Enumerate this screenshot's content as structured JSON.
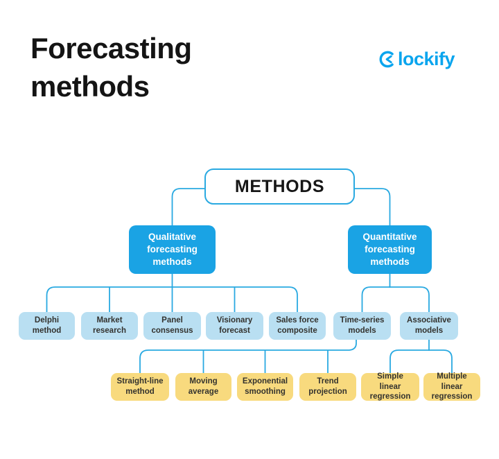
{
  "header": {
    "title_line1": "Forecasting",
    "title_line2": "methods",
    "logo": {
      "brand": "Clockify",
      "icon": "clock-c-icon",
      "text_after_icon": "lockify",
      "color": "#0AA5EE"
    }
  },
  "colors": {
    "background": "#FFFFFF",
    "title_text": "#141414",
    "accent_blue_box": "#1AA3E4",
    "light_blue_box": "#B9DFF2",
    "yellow_box": "#F8DA7E",
    "connector_line": "#29A9E1",
    "root_border": "#29A9E1",
    "node_text_dark": "#33322E",
    "node_text_light": "#FFFFFF"
  },
  "nodes": {
    "root": "METHODS",
    "level2": [
      "Qualitative forecasting methods",
      "Quantitative forecasting methods"
    ],
    "level3": [
      "Delphi method",
      "Market research",
      "Panel consensus",
      "Visionary forecast",
      "Sales force composite",
      "Time-series models",
      "Associative models"
    ],
    "level4": [
      "Straight-line method",
      "Moving average",
      "Exponential smoothing",
      "Trend projection",
      "Simple linear regression",
      "Multiple linear regression"
    ]
  },
  "hierarchy": {
    "METHODS": [
      "Qualitative forecasting methods",
      "Quantitative forecasting methods"
    ],
    "Qualitative forecasting methods": [
      "Delphi method",
      "Market research",
      "Panel consensus",
      "Visionary forecast",
      "Sales force composite"
    ],
    "Quantitative forecasting methods": [
      "Time-series models",
      "Associative models"
    ],
    "Time-series models": [
      "Straight-line method",
      "Moving average",
      "Exponential smoothing",
      "Trend projection"
    ],
    "Associative models": [
      "Simple linear regression",
      "Multiple linear regression"
    ]
  }
}
